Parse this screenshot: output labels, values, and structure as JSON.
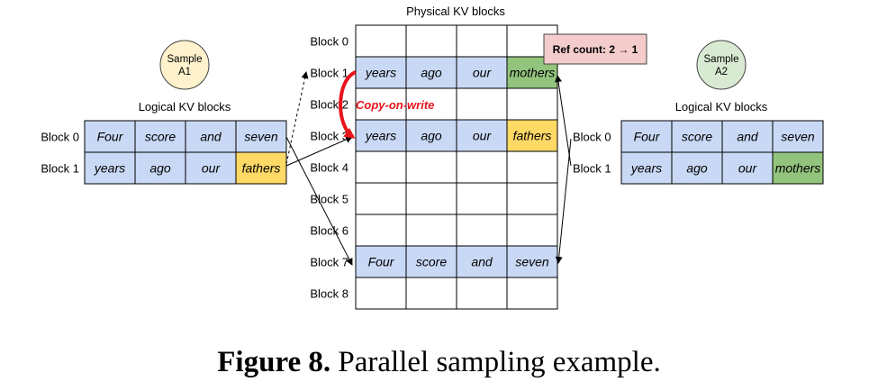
{
  "physical": {
    "title": "Physical KV blocks",
    "block_labels": [
      "Block 0",
      "Block 1",
      "Block 2",
      "Block 3",
      "Block 4",
      "Block 5",
      "Block 6",
      "Block 7",
      "Block 8"
    ],
    "rows": [
      [
        "",
        "",
        "",
        ""
      ],
      [
        "years",
        "ago",
        "our",
        "mothers"
      ],
      [
        "",
        "",
        "",
        ""
      ],
      [
        "years",
        "ago",
        "our",
        "fathers"
      ],
      [
        "",
        "",
        "",
        ""
      ],
      [
        "",
        "",
        "",
        ""
      ],
      [
        "",
        "",
        "",
        ""
      ],
      [
        "Four",
        "score",
        "and",
        "seven"
      ],
      [
        "",
        "",
        "",
        ""
      ]
    ]
  },
  "sample_a1": {
    "name": "Sample\nA1",
    "title": "Logical KV blocks",
    "block_labels": [
      "Block 0",
      "Block 1"
    ],
    "rows": [
      [
        "Four",
        "score",
        "and",
        "seven"
      ],
      [
        "years",
        "ago",
        "our",
        "fathers"
      ]
    ]
  },
  "sample_a2": {
    "name": "Sample\nA2",
    "title": "Logical KV blocks",
    "block_labels": [
      "Block 0",
      "Block 1"
    ],
    "rows": [
      [
        "Four",
        "score",
        "and",
        "seven"
      ],
      [
        "years",
        "ago",
        "our",
        "mothers"
      ]
    ]
  },
  "copy_on_write": "Copy-on-write",
  "ref_count": "Ref count: 2 → 1",
  "caption": {
    "bold": "Figure 8.",
    "rest": " Parallel sampling example."
  },
  "colors": {
    "token_fill": "#c9d9f5",
    "fathers_fill": "#ffd966",
    "mothers_fill": "#93c47d",
    "a1_circle": "#fff2cc",
    "a2_circle": "#d9ead3",
    "ref_box": "#f4cccc",
    "cow_arrow": "#e8141b"
  }
}
